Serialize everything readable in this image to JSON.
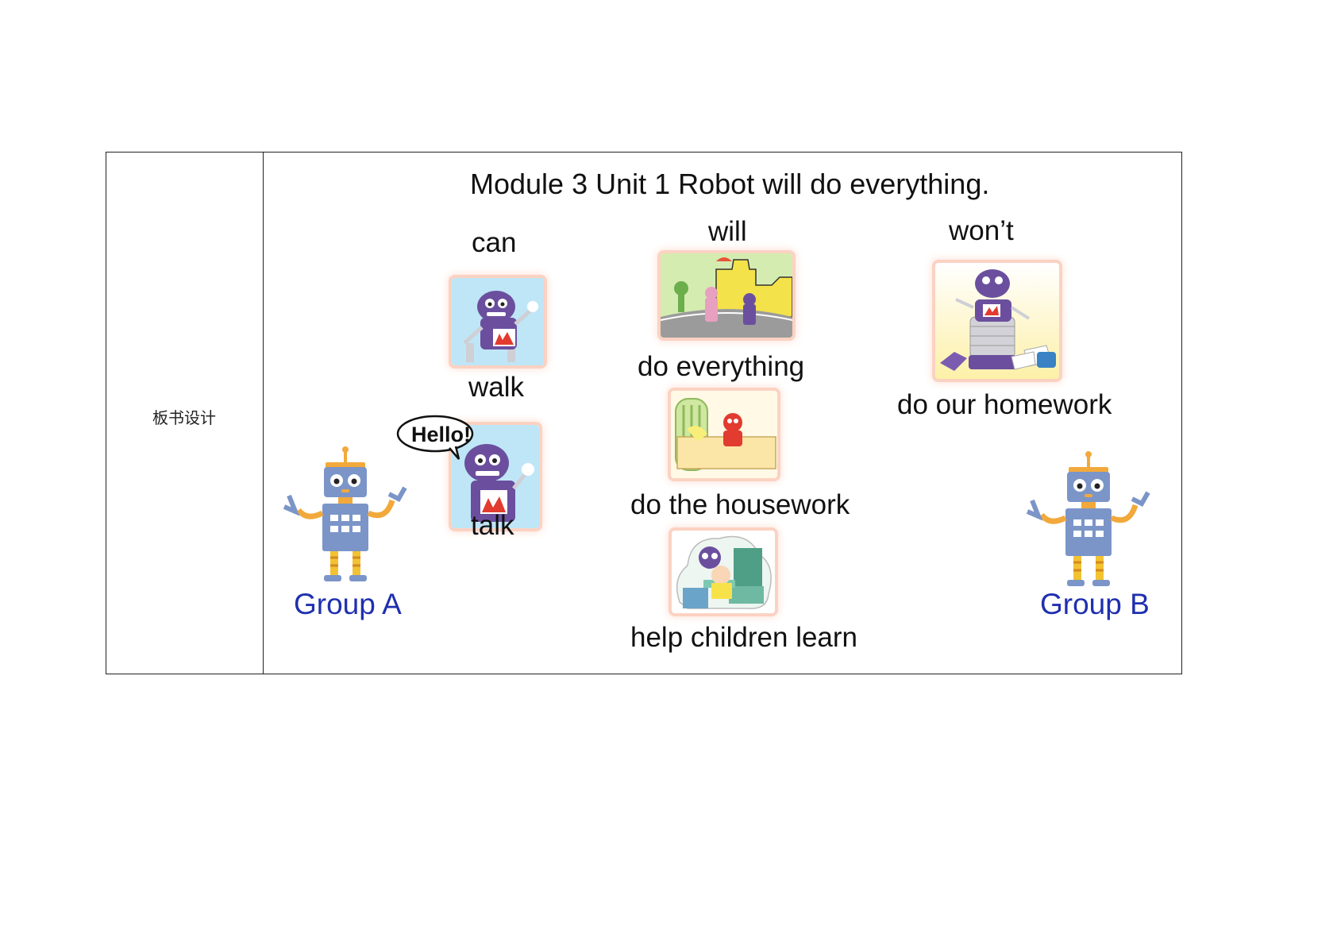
{
  "table": {
    "label": "板书设计",
    "title": "Module 3 Unit 1 Robot will do everything.",
    "columns": {
      "can": {
        "heading": "can",
        "items": [
          "walk",
          "talk"
        ]
      },
      "will": {
        "heading": "will",
        "items": [
          "do everything",
          "do the housework",
          "help children learn"
        ]
      },
      "wont": {
        "heading": "won’t",
        "items": [
          "do our homework"
        ]
      }
    },
    "bubble_text": "Hello!",
    "groups": [
      "Group A",
      "Group B"
    ]
  },
  "colors": {
    "group_text": "#1f2fb0",
    "picture_glow": "#fbd2c2",
    "robot_purple": "#6b4f9e",
    "mascot_body": "#7b95c8",
    "mascot_arms": "#f2a93b"
  }
}
